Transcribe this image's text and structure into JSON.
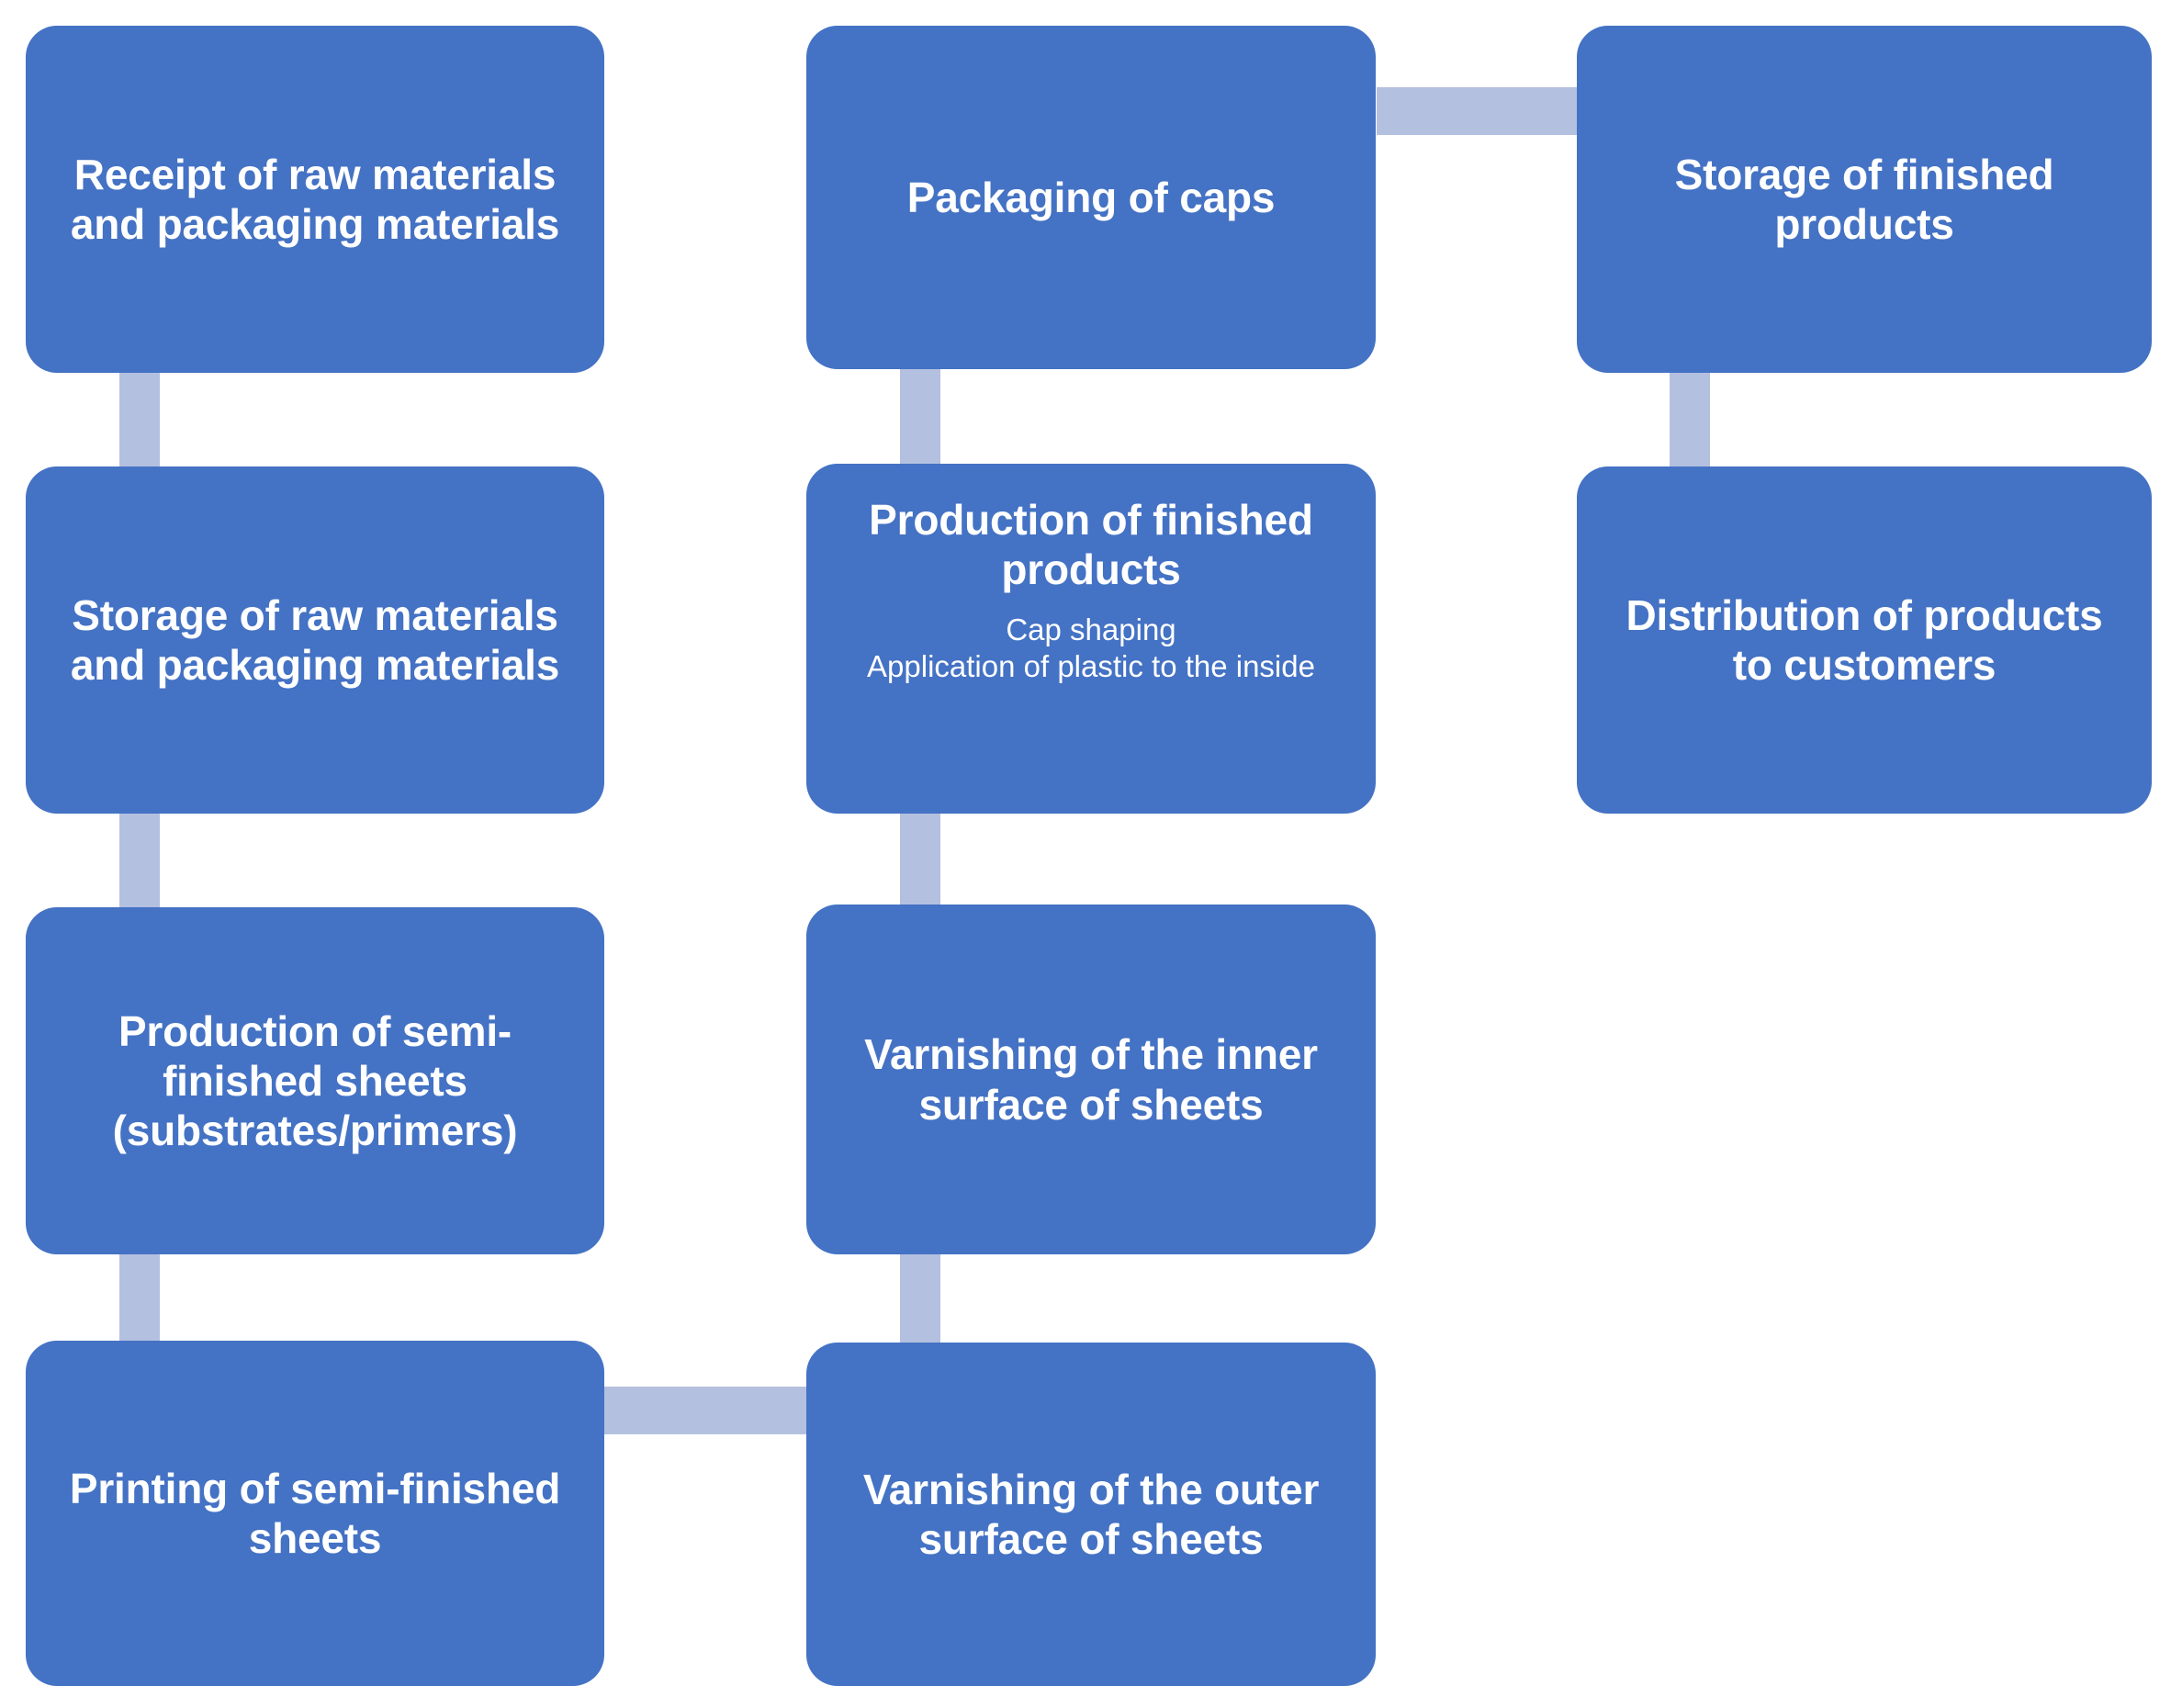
{
  "diagram": {
    "type": "process-flowchart",
    "background_color": "#FFFFFF",
    "node_color": "#4472C4",
    "node_text_color": "#FFFFFF",
    "connector_color": "#B4C0E0",
    "columns": [
      {
        "name": "left-column",
        "nodes": [
          {
            "id": "receipt-raw-materials",
            "title": "Receipt of raw materials and packaging materials",
            "sub": ""
          },
          {
            "id": "storage-raw-materials",
            "title": "Storage of raw materials and packaging materials",
            "sub": ""
          },
          {
            "id": "production-semi-finished-sheets",
            "title": "Production of semi-finished sheets (substrates/primers)",
            "sub": ""
          },
          {
            "id": "printing-semi-finished-sheets",
            "title": "Printing of semi-finished sheets",
            "sub": ""
          }
        ]
      },
      {
        "name": "middle-column",
        "nodes": [
          {
            "id": "packaging-of-caps",
            "title": "Packaging of caps",
            "sub": ""
          },
          {
            "id": "production-finished-products",
            "title": "Production of finished products",
            "sub": "Cap shaping\nApplication of plastic to the inside"
          },
          {
            "id": "varnishing-inner-surface",
            "title": "Varnishing of the inner surface of sheets",
            "sub": ""
          },
          {
            "id": "varnishing-outer-surface",
            "title": "Varnishing of the outer surface of sheets",
            "sub": ""
          }
        ]
      },
      {
        "name": "right-column",
        "nodes": [
          {
            "id": "storage-finished-products",
            "title": "Storage of finished products",
            "sub": ""
          },
          {
            "id": "distribution-to-customers",
            "title": "Distribution of products to customers",
            "sub": ""
          }
        ]
      }
    ],
    "connectors": [
      {
        "id": "conn-left-1-2",
        "orientation": "vertical"
      },
      {
        "id": "conn-left-2-3",
        "orientation": "vertical"
      },
      {
        "id": "conn-left-3-4",
        "orientation": "vertical"
      },
      {
        "id": "conn-left4-to-middle4",
        "orientation": "horizontal"
      },
      {
        "id": "conn-middle-4-3",
        "orientation": "vertical"
      },
      {
        "id": "conn-middle-3-2",
        "orientation": "vertical"
      },
      {
        "id": "conn-middle-2-1",
        "orientation": "vertical"
      },
      {
        "id": "conn-middle1-to-right1",
        "orientation": "horizontal"
      },
      {
        "id": "conn-right-1-2",
        "orientation": "vertical"
      }
    ]
  }
}
